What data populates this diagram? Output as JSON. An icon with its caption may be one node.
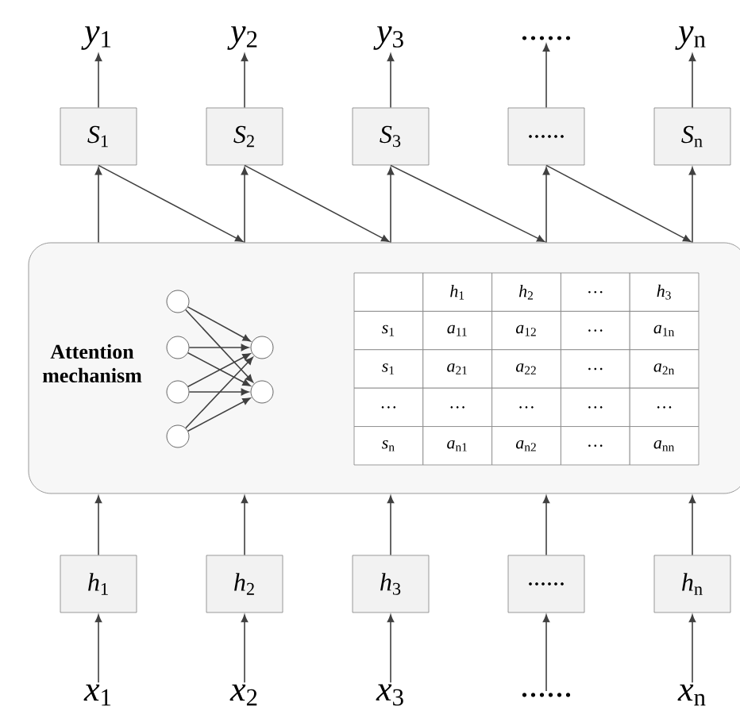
{
  "diagram": {
    "nodes": [
      {
        "text": [
          "*y*$_{1}$"
        ]
      },
      {
        "text": [
          "*y*$_{2}$"
        ]
      },
      {
        "text": [
          "*y*$_{3}$"
        ]
      },
      {
        "text": [
          "......"
        ]
      },
      {
        "text": [
          "*y*$_{n}$"
        ]
      },
      {
        "text": [
          "*S*$_{1}$"
        ]
      },
      {
        "text": [
          "*S*$_{2}$"
        ]
      },
      {
        "text": [
          "*S*$_{3}$"
        ]
      },
      {
        "text": [
          "......"
        ]
      },
      {
        "text": [
          "*S*$_{n}$"
        ]
      },
      {
        "text": [
          "Attention mechanism"
        ]
      },
      {
        "text": [],
        "shape": "circle",
        "in": 10
      },
      {
        "text": [],
        "shape": "circle",
        "in": 10
      },
      {
        "text": [],
        "shape": "circle",
        "in": 10
      },
      {
        "text": [],
        "shape": "circle",
        "in": 10
      },
      {
        "text": [],
        "shape": "circle",
        "in": 10
      },
      {
        "text": [],
        "shape": "circle",
        "in": 10
      },
      {
        "text": [
          "*h*$_{1}$"
        ]
      },
      {
        "text": [
          "*h*$_{2}$"
        ]
      },
      {
        "text": [
          "*h*$_{3}$"
        ]
      },
      {
        "text": [
          "......"
        ]
      },
      {
        "text": [
          "*h*$_{n}$"
        ]
      },
      {
        "text": [
          "*x*$_{1}$"
        ]
      },
      {
        "text": [
          "*x*$_{2}$"
        ]
      },
      {
        "text": [
          "*x*$_{3}$"
        ]
      },
      {
        "text": [
          "......"
        ]
      },
      {
        "text": [
          "*x*$_{n}$"
        ]
      }
    ],
    "edges": [
      {
        "from": 5,
        "to": 0,
        "arrow": "to"
      },
      {
        "from": 6,
        "to": 1,
        "arrow": "to"
      },
      {
        "from": 7,
        "to": 2,
        "arrow": "to"
      },
      {
        "from": 8,
        "to": 3,
        "arrow": "to"
      },
      {
        "from": 9,
        "to": 4,
        "arrow": "to"
      },
      {
        "from": 10,
        "to": 5,
        "arrow": "to"
      },
      {
        "from": 10,
        "to": 6,
        "arrow": "to"
      },
      {
        "from": 10,
        "to": 7,
        "arrow": "to"
      },
      {
        "from": 10,
        "to": 8,
        "arrow": "to"
      },
      {
        "from": 10,
        "to": 9,
        "arrow": "to"
      },
      {
        "from": 5,
        "to": 10,
        "arrow": "to"
      },
      {
        "from": 6,
        "to": 10,
        "arrow": "to"
      },
      {
        "from": 7,
        "to": 10,
        "arrow": "to"
      },
      {
        "from": 8,
        "to": 10,
        "arrow": "to"
      },
      {
        "from": 11,
        "to": 15,
        "arrow": "to"
      },
      {
        "from": 11,
        "to": 16,
        "arrow": "to"
      },
      {
        "from": 12,
        "to": 15,
        "arrow": "to"
      },
      {
        "from": 12,
        "to": 16,
        "arrow": "to"
      },
      {
        "from": 13,
        "to": 15,
        "arrow": "to"
      },
      {
        "from": 13,
        "to": 16,
        "arrow": "to"
      },
      {
        "from": 14,
        "to": 15,
        "arrow": "to"
      },
      {
        "from": 14,
        "to": 16,
        "arrow": "to"
      },
      {
        "from": 17,
        "to": 10,
        "arrow": "to"
      },
      {
        "from": 18,
        "to": 10,
        "arrow": "to"
      },
      {
        "from": 19,
        "to": 10,
        "arrow": "to"
      },
      {
        "from": 20,
        "to": 10,
        "arrow": "to"
      },
      {
        "from": 21,
        "to": 10,
        "arrow": "to"
      },
      {
        "from": 22,
        "to": 17,
        "arrow": "to"
      },
      {
        "from": 23,
        "to": 18,
        "arrow": "to"
      },
      {
        "from": 24,
        "to": 19,
        "arrow": "to"
      },
      {
        "from": 25,
        "to": 20,
        "arrow": "to"
      },
      {
        "from": 26,
        "to": 21,
        "arrow": "to"
      }
    ],
    "labels": [
      "*h*$_{1}$",
      "*h*$_{2}$",
      "…",
      "*h*$_{3}$",
      "*s*$_{1}$",
      "*a*$_{11}$",
      "*a*$_{12}$",
      "…",
      "*a*$_{1n}$",
      "*s*$_{1}$",
      "*a*$_{21}$",
      "*a*$_{22}$",
      "…",
      "*a*$_{2n}$",
      "…",
      "…",
      "…",
      "…",
      "…",
      "*s*$_{n}$",
      "*a*$_{n1}$",
      "*a*$_{n2}$",
      "…",
      "*a*$_{nn}$"
    ]
  }
}
